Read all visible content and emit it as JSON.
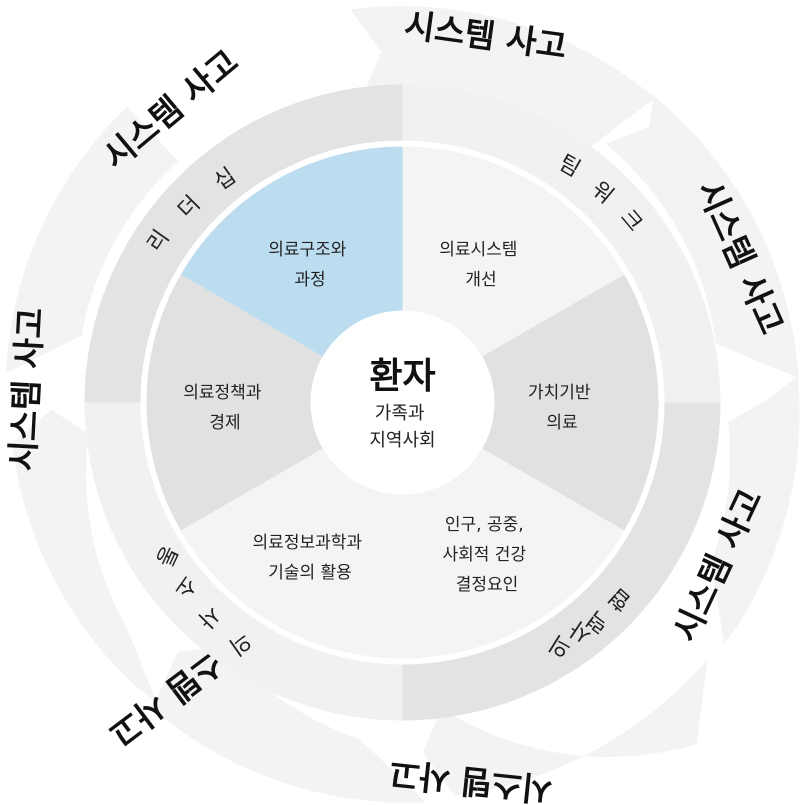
{
  "outer_ring": {
    "labels": [
      "시스템 사고",
      "시스템 사고",
      "시스템 사고",
      "시스템 사고",
      "시스템 사고",
      "시스템 사고"
    ]
  },
  "middle_band": {
    "teamwork": [
      "팀",
      "워",
      "크"
    ],
    "communication": [
      "의",
      "사",
      "소",
      "통"
    ],
    "collaboration": [
      "협",
      "력"
    ],
    "leadership": [
      "리",
      "더",
      "십"
    ]
  },
  "sectors": [
    {
      "lines": [
        "의료시스템",
        "개선"
      ]
    },
    {
      "lines": [
        "가치기반",
        "의료"
      ]
    },
    {
      "lines": [
        "인구, 공중,",
        "사회적 건강",
        "결정요인"
      ]
    },
    {
      "lines": [
        "의료정보과학과",
        "기술의 활용"
      ]
    },
    {
      "lines": [
        "의료정책과",
        "경제"
      ]
    },
    {
      "lines": [
        "의료구조와",
        "과정"
      ]
    }
  ],
  "center": {
    "title": "환자",
    "subtitle_lines": [
      "가족과",
      "지역사회"
    ]
  },
  "colors": {
    "highlight_sector": "#bcdcf0",
    "sector_light": "#f4f4f4",
    "sector_dark": "#e1e1e1",
    "band_light": "#f1f1f1",
    "band_dark": "#e3e3e3",
    "outer_arrow": "#f3f3f3"
  }
}
